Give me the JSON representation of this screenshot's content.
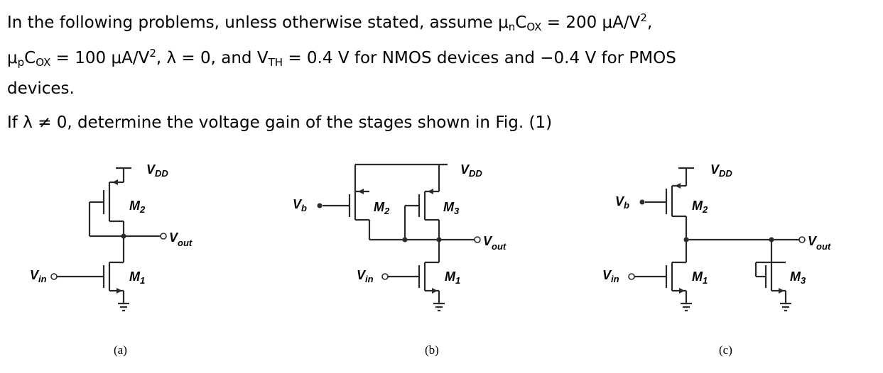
{
  "problem": {
    "line1_a": "In the following problems, unless otherwise stated, assume μ",
    "line1_n": "n",
    "line1_b": "C",
    "line1_ox": "OX",
    "line1_c": " = 200 μA/V",
    "line1_sq": "2",
    "line1_d": ",",
    "line2_a": "μ",
    "line2_p": "p",
    "line2_b": "C",
    "line2_ox": "OX",
    "line2_c": " = 100 μA/V",
    "line2_sq": "2",
    "line2_d": ", λ = 0, and V",
    "line2_th": "TH",
    "line2_e": " = 0.4 V for NMOS devices and −0.4 V for PMOS",
    "line3": "devices.",
    "line4": "If λ ≠ 0, determine the voltage gain of the stages shown in Fig. (1)"
  },
  "figures": {
    "a": {
      "vdd": "V",
      "vdd_sub": "DD",
      "m2": "M",
      "m2_sub": "2",
      "m1": "M",
      "m1_sub": "1",
      "vout": "V",
      "vout_sub": "out",
      "vin": "V",
      "vin_sub": "in",
      "caption": "(a)"
    },
    "b": {
      "vdd": "V",
      "vdd_sub": "DD",
      "vb": "V",
      "vb_sub": "b",
      "m2": "M",
      "m2_sub": "2",
      "m3": "M",
      "m3_sub": "3",
      "m1": "M",
      "m1_sub": "1",
      "vout": "V",
      "vout_sub": "out",
      "vin": "V",
      "vin_sub": "in",
      "caption": "(b)"
    },
    "c": {
      "vdd": "V",
      "vdd_sub": "DD",
      "vb": "V",
      "vb_sub": "b",
      "m2": "M",
      "m2_sub": "2",
      "m1": "M",
      "m1_sub": "1",
      "m3": "M",
      "m3_sub": "3",
      "vout": "V",
      "vout_sub": "out",
      "vin": "V",
      "vin_sub": "in",
      "caption": "(c)"
    }
  }
}
